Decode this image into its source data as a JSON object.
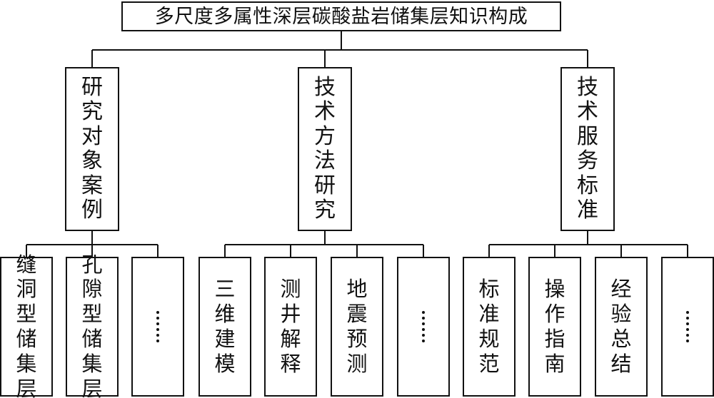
{
  "root": {
    "label": "多尺度多属性深层碳酸盐岩储集层知识构成"
  },
  "categories": [
    {
      "label": "研究对象案例",
      "children": [
        "缝洞型储集层",
        "孔隙型储集层",
        "……"
      ]
    },
    {
      "label": "技术方法研究",
      "children": [
        "三维建模",
        "测井解释",
        "地震预测",
        "……"
      ]
    },
    {
      "label": "技术服务标准",
      "children": [
        "标准规范",
        "操作指南",
        "经验总结",
        "……"
      ]
    }
  ]
}
